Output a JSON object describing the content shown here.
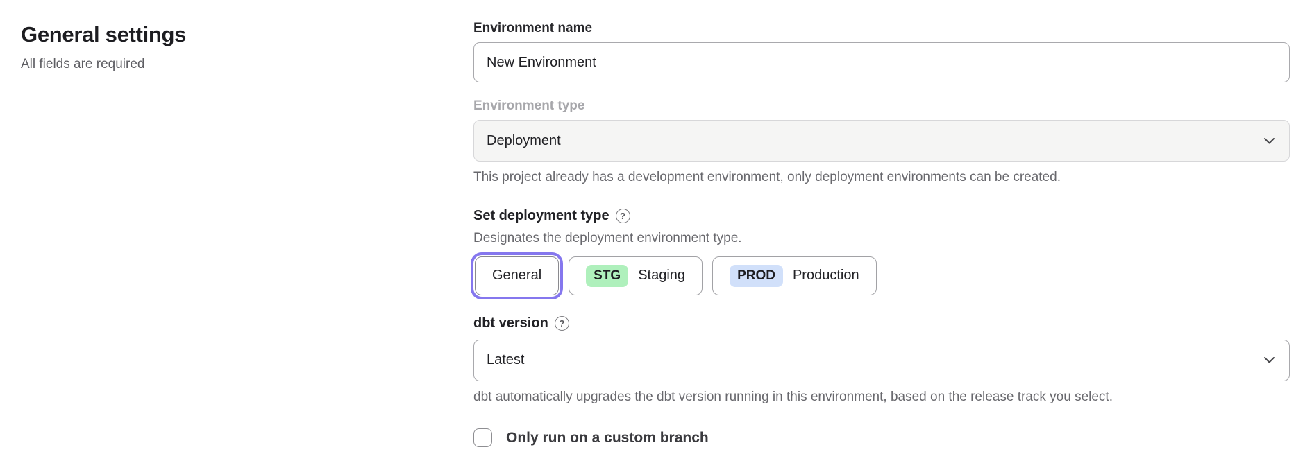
{
  "page": {
    "title": "General settings",
    "subtitle": "All fields are required"
  },
  "form": {
    "environment_name": {
      "label": "Environment name",
      "value": "New Environment"
    },
    "environment_type": {
      "label": "Environment type",
      "value": "Deployment",
      "state": "disabled",
      "helper": "This project already has a development environment, only deployment environments can be created."
    },
    "deployment_type": {
      "heading": "Set deployment type",
      "description": "Designates the deployment environment type.",
      "options": [
        {
          "label": "General",
          "selected": true
        },
        {
          "badge": "STG",
          "label": "Staging",
          "badge_color": "#aff0bc",
          "selected": false
        },
        {
          "badge": "PROD",
          "label": "Production",
          "badge_color": "#d1e0fa",
          "selected": false
        }
      ]
    },
    "dbt_version": {
      "heading": "dbt version",
      "value": "Latest",
      "helper": "dbt automatically upgrades the dbt version running in this environment, based on the release track you select."
    },
    "custom_branch": {
      "label": "Only run on a custom branch",
      "checked": false
    }
  },
  "icons": {
    "help_glyph": "?"
  },
  "colors": {
    "accent_purple": "#8577ee",
    "badge_green": "#aff0bc",
    "badge_blue": "#d1e0fa"
  }
}
